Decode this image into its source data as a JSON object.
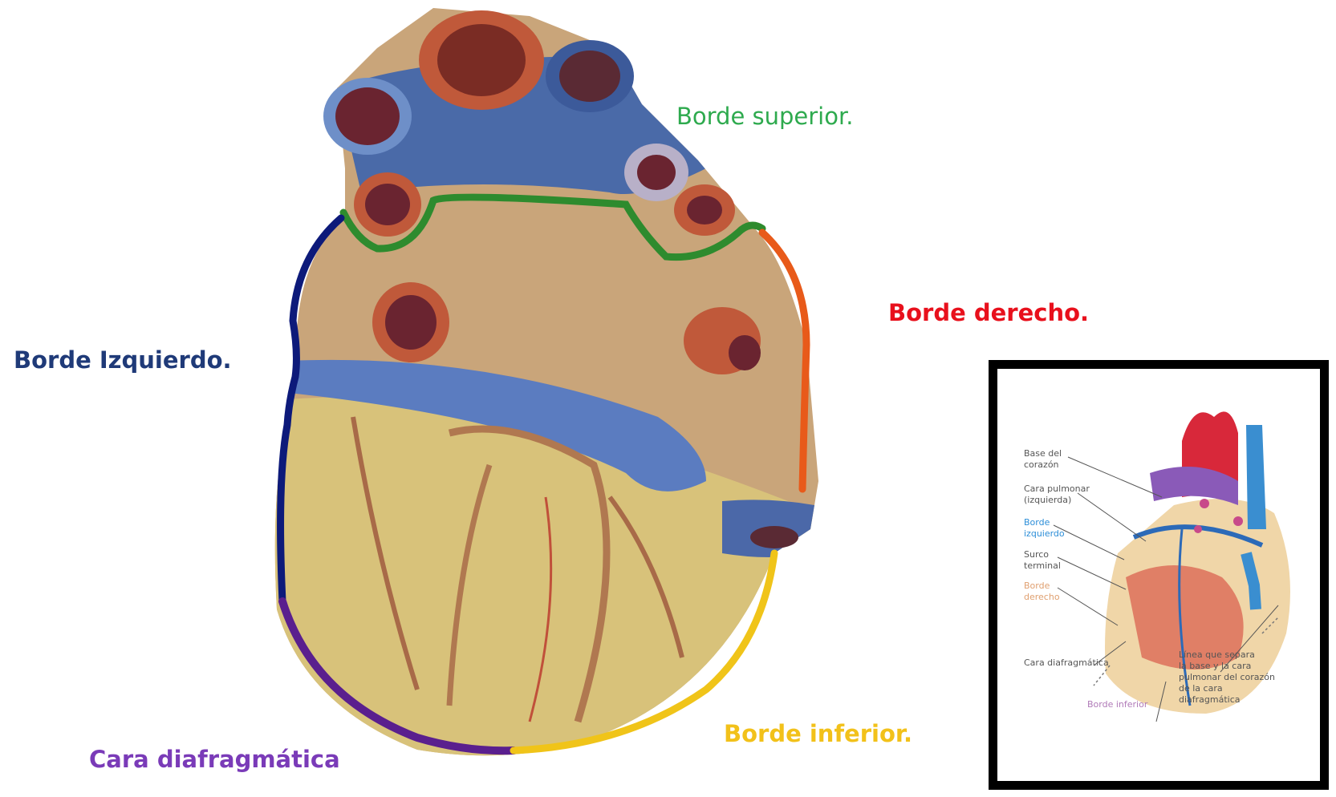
{
  "labels": {
    "borde_superior": "Borde superior.",
    "borde_derecho": "Borde derecho.",
    "borde_izquierdo": "Borde Izquierdo.",
    "borde_inferior": "Borde inferior.",
    "cara_diafragmatica": "Cara diafragmática"
  },
  "inset": {
    "base": "Base del\ncorazón",
    "cara_pulmonar": "Cara pulmonar\n(izquierda)",
    "borde_izquierdo": "Borde\nizquierdo",
    "surco": "Surco\nterminal",
    "borde_derecho": "Borde\nderecho",
    "cara_diafragmatica": "Cara diafragmática",
    "borde_inferior": "Borde inferior",
    "linea": "Línea que separa\nla base y la cara\npulmonar del corazón\nde la cara\ndiafragmática"
  },
  "colors": {
    "borde_superior": "#2e8b2e",
    "borde_derecho": "#e85a1a",
    "borde_izquierdo": "#0d1a7a",
    "borde_inferior": "#f0c419",
    "cara_diafragmatica": "#5a1f8e"
  }
}
